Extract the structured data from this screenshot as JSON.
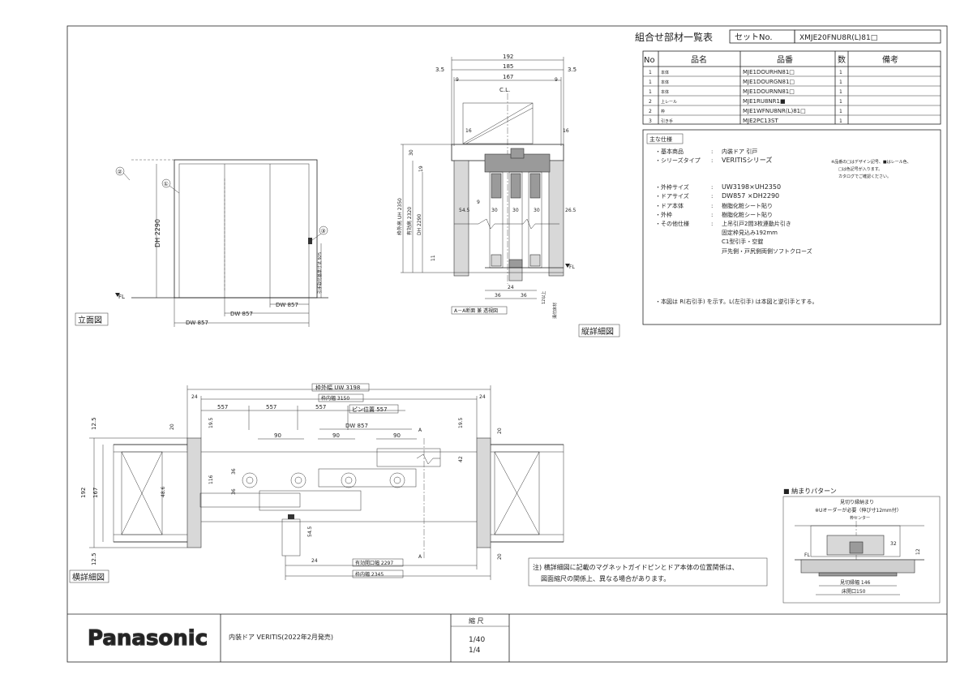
{
  "parts_table": {
    "title": "組合せ部材一覧表",
    "set_no_label": "セットNo.",
    "set_no_value": "XMJE20FNU8R(L)81□",
    "headers": [
      "No",
      "品名",
      "品番",
      "数",
      "備考"
    ],
    "rows": [
      {
        "no": "1",
        "name": "本体",
        "code": "MJE1DOURHN81□",
        "qty": "1",
        "note": ""
      },
      {
        "no": "1",
        "name": "本体",
        "code": "MJE1DOURGN81□",
        "qty": "1",
        "note": ""
      },
      {
        "no": "1",
        "name": "本体",
        "code": "MJE1DOURNN81□",
        "qty": "1",
        "note": ""
      },
      {
        "no": "2",
        "name": "上レール",
        "code": "MJE1RU8NR1■",
        "qty": "1",
        "note": ""
      },
      {
        "no": "2",
        "name": "枠",
        "code": "MJE1WFNU8NR(L)81□",
        "qty": "1",
        "note": ""
      },
      {
        "no": "3",
        "name": "引き手",
        "code": "MJE2PC13ST",
        "qty": "1",
        "note": ""
      }
    ]
  },
  "specs": {
    "heading": "主な仕様",
    "items": [
      {
        "label": "・基本商品",
        "colon": ":",
        "value": "内装ドア 引戸"
      },
      {
        "label": "・シリーズタイプ",
        "colon": ":",
        "value": "VERITISシリーズ"
      },
      {
        "label": "・外枠サイズ",
        "colon": ":",
        "value": "UW3198×UH2350"
      },
      {
        "label": "・ドアサイズ",
        "colon": ":",
        "value": "DW857 ×DH2290"
      },
      {
        "label": "・ドア本体",
        "colon": ":",
        "value": "樹脂化粧シート貼り"
      },
      {
        "label": "・外枠",
        "colon": ":",
        "value": "樹脂化粧シート貼り"
      },
      {
        "label": "・その他仕様",
        "colon": ":",
        "value": "上吊引戸2間3枚連動片引き"
      }
    ],
    "extra_lines": [
      "固定枠見込み192mm",
      "C1型引手・空錠",
      "戸先側・戸尻側両側ソフトクローズ"
    ],
    "remark_lines": [
      "※品番の□はデザイン記号、■はレール色、",
      "□は色記号が入ります。",
      "カタログでご確認ください。"
    ],
    "note": "・本図は R(右引手) を示す。L(左引手) は本図と逆引手とする。"
  },
  "elevation": {
    "label": "立面図",
    "dh": "DH 2290",
    "dw": [
      "DW 857",
      "DW 857",
      "DW 857"
    ],
    "fl": "FL",
    "handle_note": "引手取付基準寸法 925",
    "balloons": [
      "①",
      "②",
      "③"
    ]
  },
  "vertical_detail": {
    "label": "縦詳細図",
    "dims_top": [
      "192",
      "185",
      "167",
      "3.5",
      "3.5",
      "9",
      "9"
    ],
    "cl": "C.L.",
    "dims_side": [
      "16",
      "16",
      "30",
      "19",
      "54.5",
      "30",
      "30",
      "30",
      "26.5",
      "9",
      "11"
    ],
    "dims_vertical": [
      "枠外高 UH 2350",
      "有効高 2320",
      "DH 2290"
    ],
    "dims_bottom": [
      "24",
      "36",
      "36"
    ],
    "note_bottom": "溝付床材",
    "dim_bottom_r": "12以上",
    "section_label": "A－A断面 兼 透視図",
    "fl": "FL"
  },
  "horizontal_detail": {
    "label": "横詳細図",
    "uw": "枠外幅 UW 3198",
    "inner": "枠内幅 3150",
    "pin": "ピン位置 557",
    "dims_24": [
      "24",
      "24"
    ],
    "dims_557": [
      "557",
      "557",
      "557"
    ],
    "dw": "DW   857",
    "dims_90": [
      "90",
      "90",
      "90"
    ],
    "dims_left": [
      "12.5",
      "192",
      "167",
      "12.5"
    ],
    "dims_misc": [
      "20",
      "19.5",
      "19.5",
      "36",
      "36",
      "116",
      "48.6",
      "42",
      "20",
      "20",
      "54.5",
      "24"
    ],
    "opening": "有効開口幅 2297",
    "inner_width": "枠内幅 2345",
    "a_mark": "A"
  },
  "note": {
    "text1": "注) 横詳細図に記載のマグネットガイドピンとドア本体の位置関係は、",
    "text2": "図面縮尺の関係上、異なる場合があります。"
  },
  "pattern": {
    "title": "■ 納まりパターン",
    "subtitle": "見切り縁納まり",
    "order_note": "※Uオーダーが必要（伸び寸12mm付）",
    "center": "枠センター",
    "dims": [
      "32",
      "12",
      "146",
      "150"
    ],
    "dim_labels": [
      "見切縁幅 146",
      "床開口150"
    ],
    "fl": "FL"
  },
  "title_block": {
    "logo": "Panasonic",
    "product": "内装ドア VERITIS(2022年2月発売)",
    "scale_label": "縮 尺",
    "scales": [
      "1/40",
      "1/4"
    ]
  }
}
